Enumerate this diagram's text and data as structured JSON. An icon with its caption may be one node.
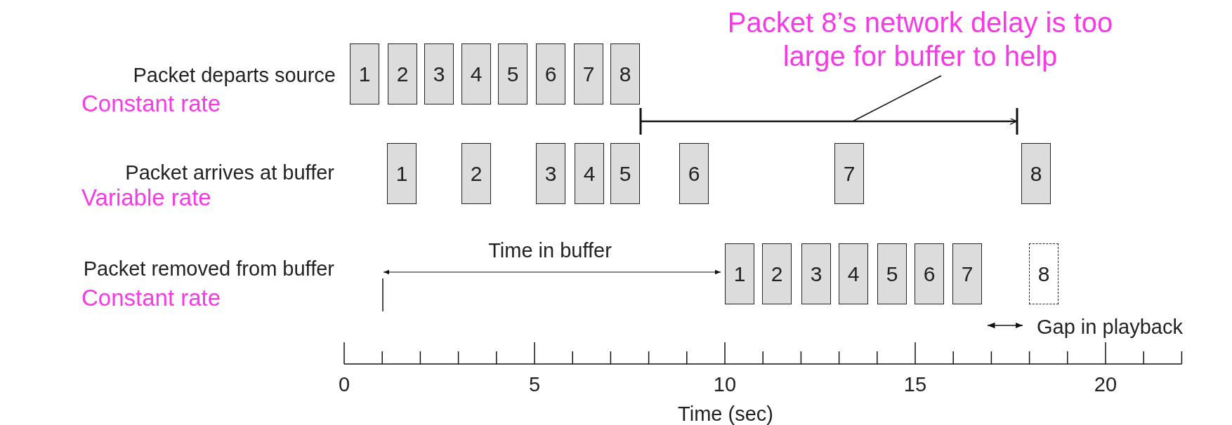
{
  "diagram": {
    "nodes": [
      {
        "text": [
          "Packet 8’s network delay is too large for buffer to help"
        ]
      },
      {
        "text": [
          "1"
        ]
      },
      {
        "text": [
          "2"
        ]
      },
      {
        "text": [
          "3"
        ]
      },
      {
        "text": [
          "4"
        ]
      },
      {
        "text": [
          "5"
        ]
      },
      {
        "text": [
          "6"
        ]
      },
      {
        "text": [
          "7"
        ]
      },
      {
        "text": [
          "8"
        ]
      },
      {
        "text": [
          "1"
        ]
      },
      {
        "text": [
          "2"
        ]
      },
      {
        "text": [
          "3"
        ]
      },
      {
        "text": [
          "4"
        ]
      },
      {
        "text": [
          "5"
        ]
      },
      {
        "text": [
          "6"
        ]
      },
      {
        "text": [
          "7"
        ]
      },
      {
        "text": [
          "8"
        ]
      },
      {
        "text": [
          "1"
        ]
      },
      {
        "text": [
          "2"
        ]
      },
      {
        "text": [
          "3"
        ]
      },
      {
        "text": [
          "4"
        ]
      },
      {
        "text": [
          "5"
        ]
      },
      {
        "text": [
          "6"
        ]
      },
      {
        "text": [
          "7"
        ]
      },
      {
        "text": [
          "8"
        ]
      }
    ],
    "edges": [
      {
        "from": 8,
        "to": 16,
        "arrow": "to"
      },
      {
        "from": 23,
        "to": 24,
        "arrow": "both"
      },
      {
        "from": 0,
        "to": null,
        "arrow": "none"
      }
    ],
    "labels": [
      "Packet departs source",
      "Constant rate",
      "Packet arrives at buffer",
      "Variable rate",
      "Packet removed from buffer",
      "Constant rate",
      "Time in buffer",
      "Gap in playback",
      "0",
      "5",
      "10",
      "15",
      "20",
      "Time (sec)"
    ]
  }
}
